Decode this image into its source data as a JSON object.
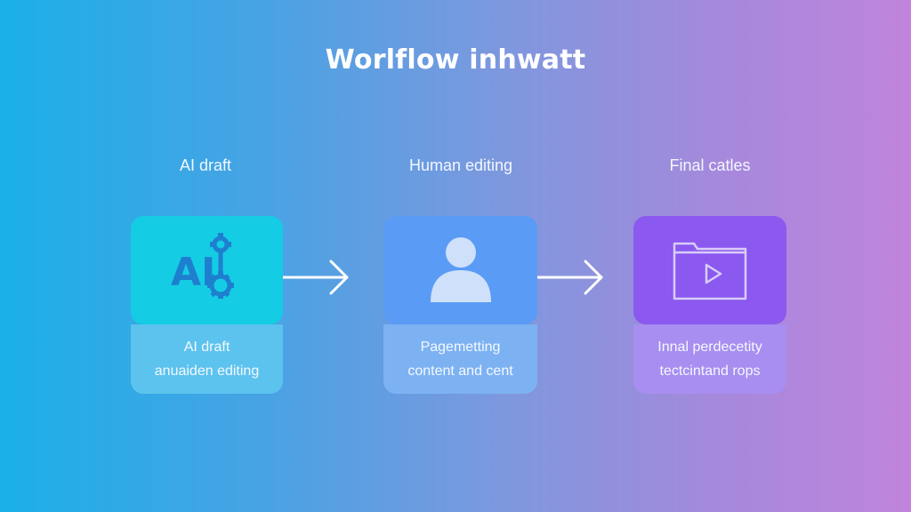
{
  "title": "Worlflow inhwatt",
  "stages": [
    {
      "label": "AI draft",
      "icon": "ai-gear-icon",
      "card_top_color": "#14cce4",
      "card_bottom_color": "#5cc3ee",
      "lines": [
        "AI draft",
        "anuaiden editing"
      ]
    },
    {
      "label": "Human editing",
      "icon": "person-icon",
      "card_top_color": "#5a9cf5",
      "card_bottom_color": "#7db2f2",
      "lines": [
        "Pagemetting",
        "content and cent"
      ]
    },
    {
      "label": "Final catles",
      "icon": "video-folder-icon",
      "card_top_color": "#8b58f0",
      "card_bottom_color": "#a88ef0",
      "lines": [
        "Innal perdecetity",
        "tectcintand rops"
      ]
    }
  ],
  "icon_glyph": "AI",
  "colors": {
    "ai_icon": "#1f7fcf",
    "arrow": "#ffffff"
  }
}
